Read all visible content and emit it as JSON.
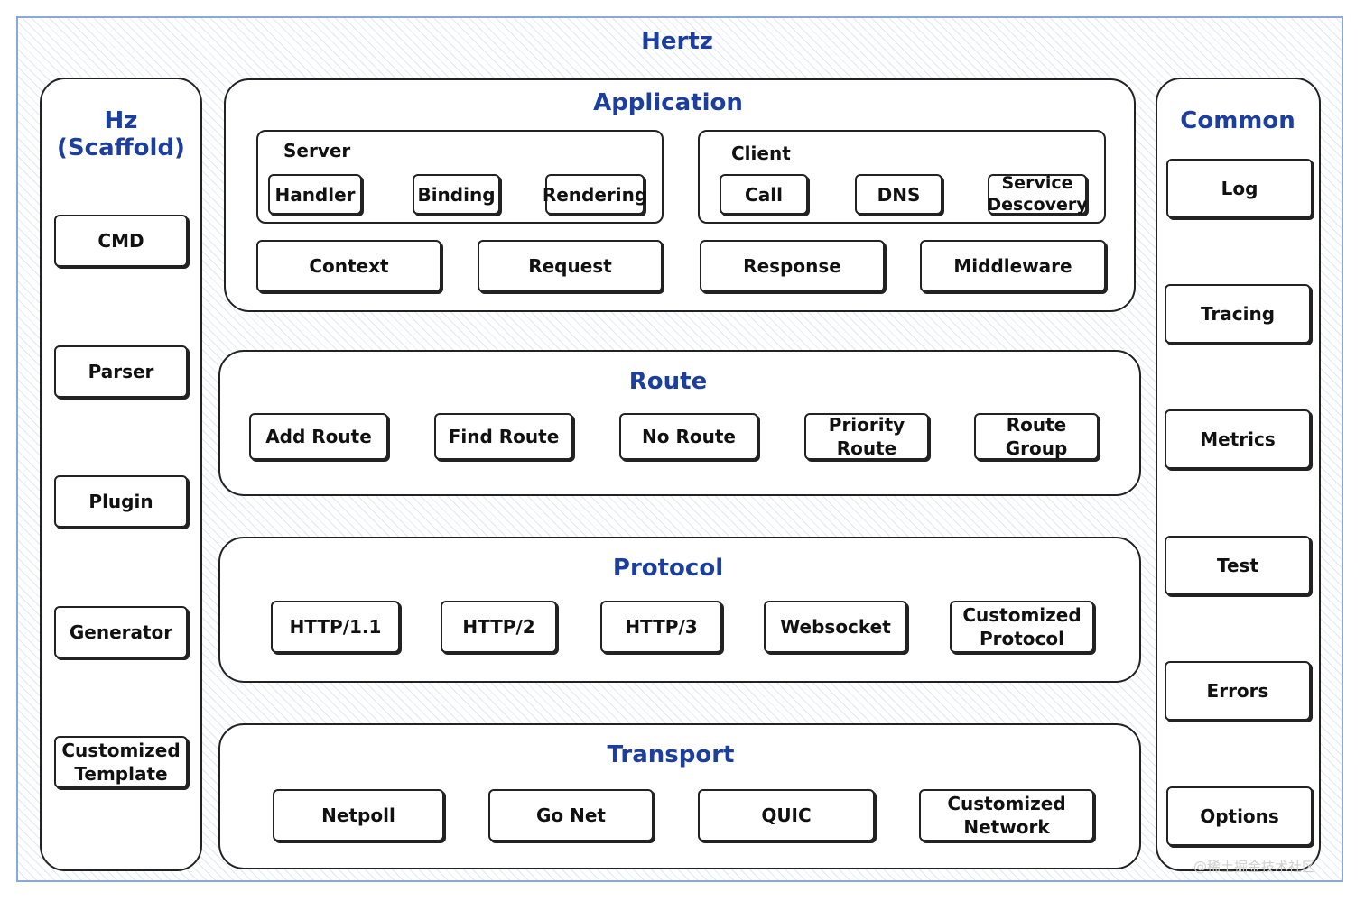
{
  "title": "Hertz",
  "hz": {
    "title": "Hz\n(Scaffold)",
    "items": [
      "CMD",
      "Parser",
      "Plugin",
      "Generator",
      "Customized\nTemplate"
    ]
  },
  "application": {
    "title": "Application",
    "server": {
      "label": "Server",
      "items": [
        "Handler",
        "Binding",
        "Rendering"
      ]
    },
    "client": {
      "label": "Client",
      "items": [
        "Call",
        "DNS",
        "Service\nDescovery"
      ]
    },
    "items": [
      "Context",
      "Request",
      "Response",
      "Middleware"
    ]
  },
  "route": {
    "title": "Route",
    "items": [
      "Add Route",
      "Find Route",
      "No Route",
      "Priority\nRoute",
      "Route Group"
    ]
  },
  "protocol": {
    "title": "Protocol",
    "items": [
      "HTTP/1.1",
      "HTTP/2",
      "HTTP/3",
      "Websocket",
      "Customized\nProtocol"
    ]
  },
  "transport": {
    "title": "Transport",
    "items": [
      "Netpoll",
      "Go Net",
      "QUIC",
      "Customized\nNetwork"
    ]
  },
  "common": {
    "title": "Common",
    "items": [
      "Log",
      "Tracing",
      "Metrics",
      "Test",
      "Errors",
      "Options"
    ]
  },
  "watermark": "@稀土掘金技术社区"
}
